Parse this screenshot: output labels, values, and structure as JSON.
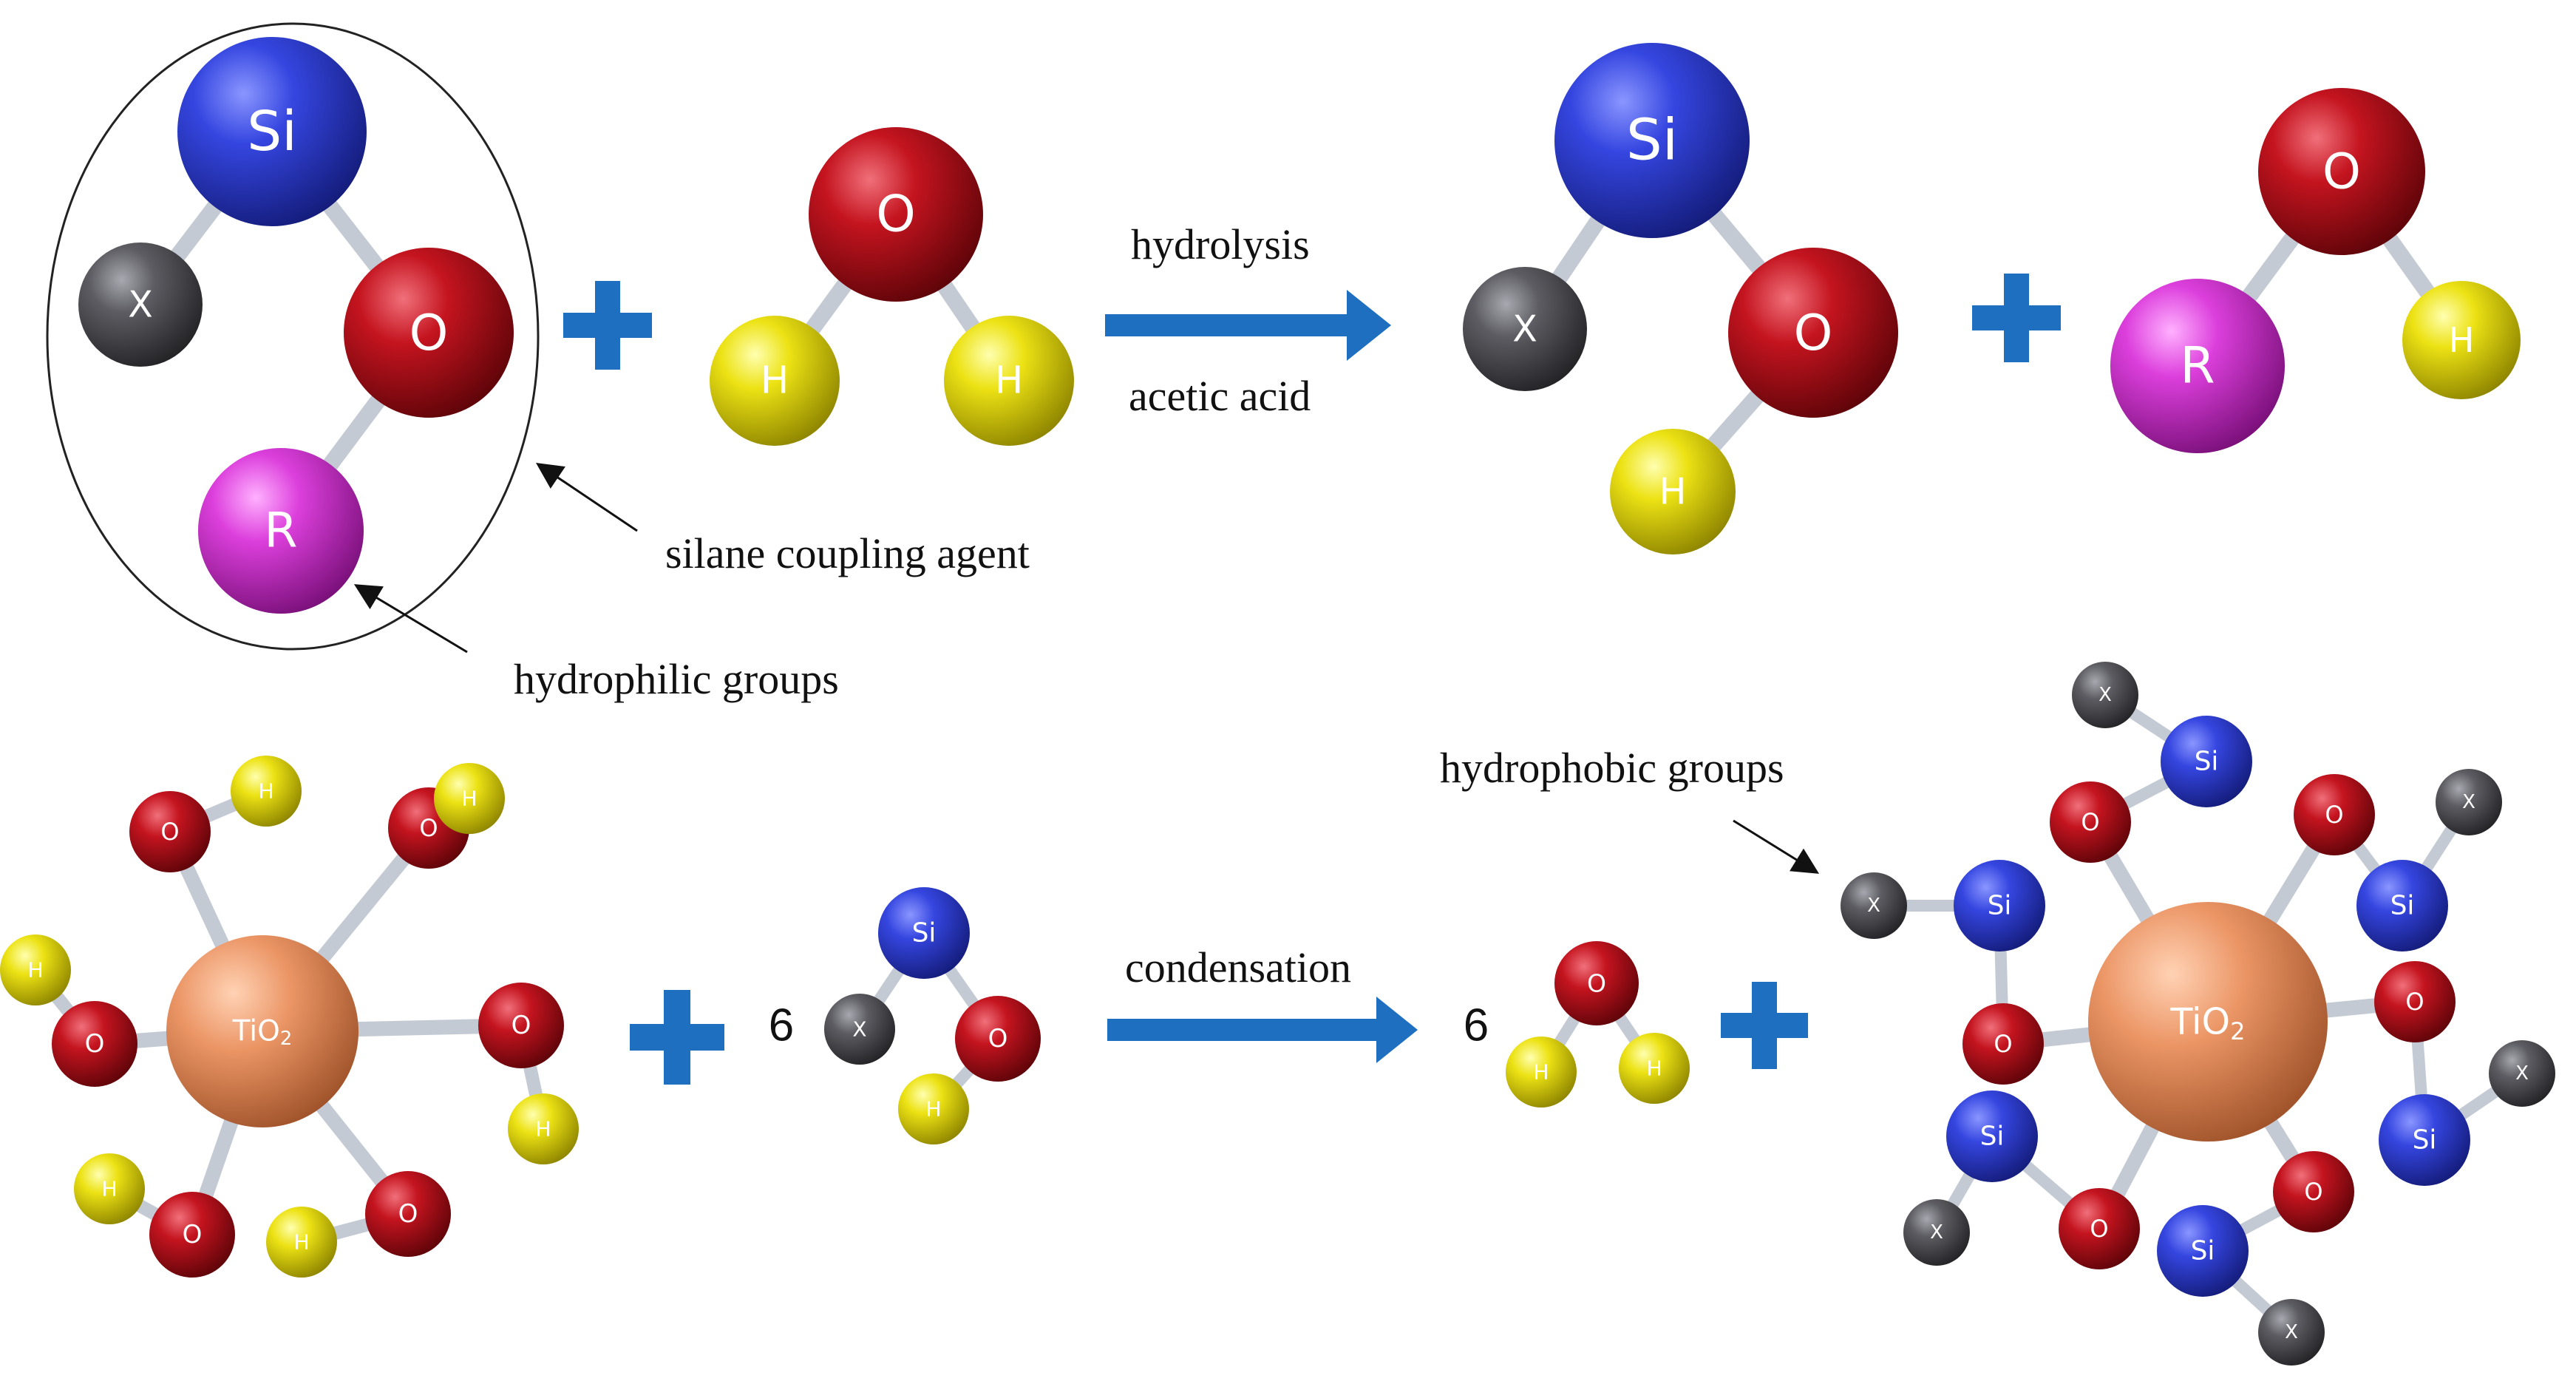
{
  "labels": {
    "hydrolysis": "hydrolysis",
    "acetic_acid": "acetic acid",
    "silane_coupling_agent": "silane coupling agent",
    "hydrophilic_groups": "hydrophilic groups",
    "hydrophobic_groups": "hydrophobic groups",
    "condensation": "condensation",
    "coef_silanol": "6",
    "coef_water": "6"
  },
  "atoms": {
    "Si": {
      "label": "Si",
      "color": "#2f3fd6"
    },
    "O": {
      "label": "O",
      "color": "#c0121e"
    },
    "H": {
      "label": "H",
      "color": "#e8de10"
    },
    "X": {
      "label": "X",
      "color": "#5a5a5f"
    },
    "R": {
      "label": "R",
      "color": "#d83ad8"
    },
    "TiO2": {
      "label": "TiO",
      "subscript": "2",
      "color": "#e99363"
    }
  },
  "colors": {
    "arrow": "#1f6fc0",
    "plus": "#1f6fc0",
    "bond": "#c4cad4"
  }
}
